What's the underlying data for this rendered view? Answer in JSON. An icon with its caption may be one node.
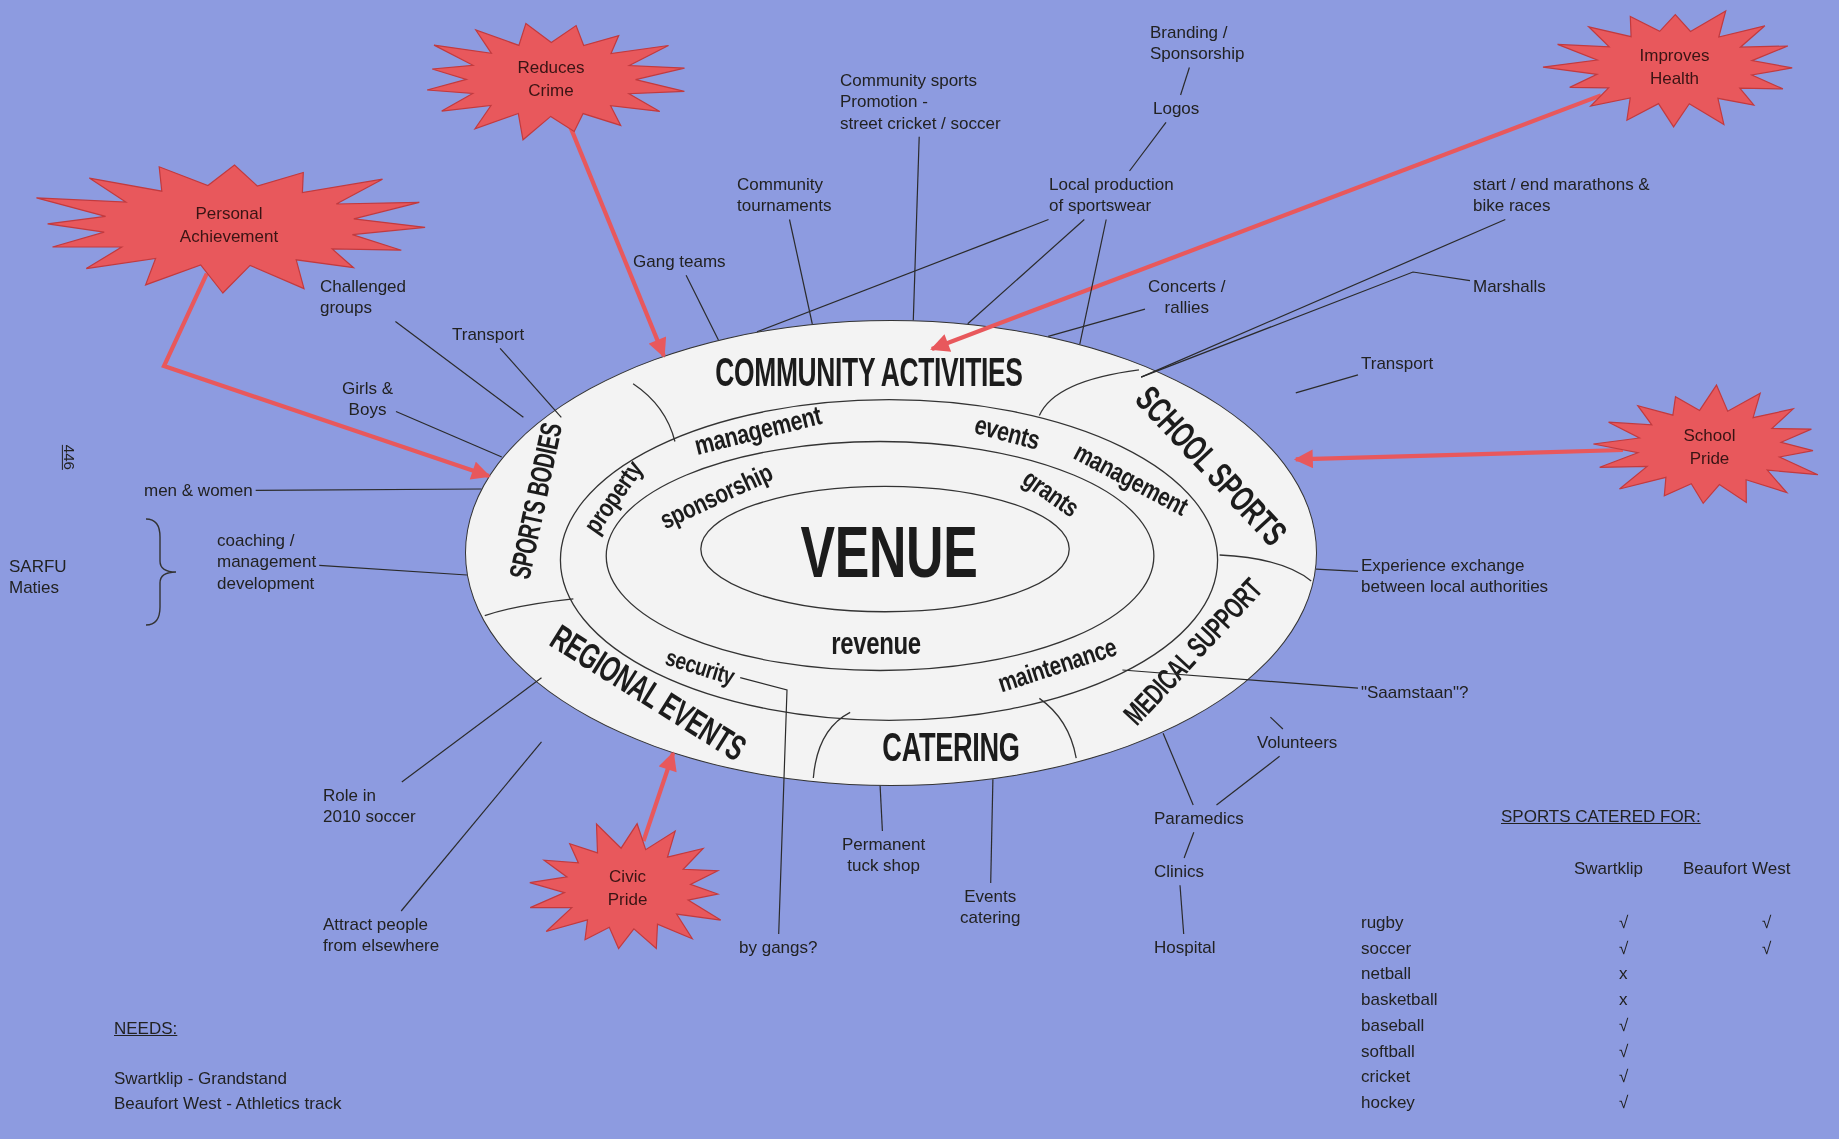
{
  "diagram": {
    "nodes": [
      {
        "text": [
          "Branding / Sponsorship"
        ]
      },
      {
        "text": [
          "Reduces Crime"
        ]
      },
      {
        "text": [
          "Improves Health"
        ]
      },
      {
        "text": [
          "Community sports Promotion - street cricket / soccer"
        ]
      },
      {
        "text": [
          "Logos"
        ]
      },
      {
        "text": [
          "Community tournaments"
        ]
      },
      {
        "text": [
          "Local production of sportswear"
        ]
      },
      {
        "text": [
          "start / end marathons & bike races"
        ]
      },
      {
        "text": [
          "Personal Achievement"
        ]
      },
      {
        "text": [
          "Gang teams"
        ]
      },
      {
        "text": [
          "Challenged groups"
        ]
      },
      {
        "text": [
          "Concerts / rallies"
        ]
      },
      {
        "text": [
          "Marshalls"
        ]
      },
      {
        "text": [
          "Transport"
        ]
      },
      {
        "text": [
          "Transport"
        ]
      },
      {
        "text": [
          "Girls & Boys"
        ]
      },
      {
        "text": [
          "School Pride"
        ]
      },
      {
        "text": [
          "men & women"
        ]
      },
      {
        "text": [
          "coaching / management development"
        ]
      },
      {
        "text": [
          "Experience exchange between local authorities"
        ]
      },
      {
        "text": [
          "\"Saamstaan\"?"
        ]
      },
      {
        "text": [
          "Volunteers"
        ]
      },
      {
        "text": [
          "Role in 2010 soccer"
        ]
      },
      {
        "text": [
          "Paramedics"
        ]
      },
      {
        "text": [
          "Permanent tuck shop"
        ]
      },
      {
        "text": [
          "Clinics"
        ]
      },
      {
        "text": [
          "Civic Pride"
        ]
      },
      {
        "text": [
          "Events catering"
        ]
      },
      {
        "text": [
          "Attract people from elsewhere"
        ]
      },
      {
        "text": [
          "by gangs?"
        ]
      },
      {
        "text": [
          "Hospital"
        ]
      },
      {
        "text": [],
        "shape": "ellipse"
      },
      {
        "text": [
          "COMMUNITY ACTIVITIES"
        ],
        "in": 31
      },
      {
        "text": [
          "SCHOOL SPORTS"
        ],
        "in": 31
      },
      {
        "text": [
          "SPORTS BODIES"
        ],
        "in": 31
      },
      {
        "text": [
          "management"
        ],
        "in": 31
      },
      {
        "text": [
          "events"
        ],
        "in": 31
      },
      {
        "text": [
          "management"
        ],
        "in": 31
      },
      {
        "text": [
          "property"
        ],
        "in": 31
      },
      {
        "text": [
          "sponsorship"
        ],
        "in": 31
      },
      {
        "text": [
          "grants"
        ],
        "in": 31
      },
      {
        "text": [
          "VENUE"
        ],
        "in": 31
      },
      {
        "text": [
          "revenue"
        ],
        "in": 31
      },
      {
        "text": [
          "MEDICAL SUPPORT"
        ],
        "in": 31
      },
      {
        "text": [
          "security"
        ],
        "in": 31
      },
      {
        "text": [
          "maintenance"
        ],
        "in": 31
      },
      {
        "text": [
          "REGIONAL EVENTS"
        ],
        "in": 31
      },
      {
        "text": [
          "CATERING"
        ],
        "in": 31
      }
    ],
    "edges": [
      {
        "from": 1,
        "to": 31,
        "arrow": "to",
        "style": "thick",
        "color": "#e8585c"
      },
      {
        "from": 2,
        "to": 32,
        "arrow": "to",
        "style": "thick",
        "color": "#e8585c"
      },
      {
        "from": 8,
        "to": 31,
        "arrow": "to",
        "style": "thick",
        "color": "#e8585c"
      },
      {
        "from": 16,
        "to": 33,
        "arrow": "to",
        "style": "thick",
        "color": "#e8585c"
      },
      {
        "from": 26,
        "to": 31,
        "arrow": "to",
        "style": "thick",
        "color": "#e8585c"
      },
      {
        "from": 0,
        "to": 4,
        "arrow": "none"
      },
      {
        "from": 4,
        "to": 6,
        "arrow": "none"
      },
      {
        "from": 3,
        "to": 31,
        "arrow": "none"
      },
      {
        "from": 5,
        "to": 31,
        "arrow": "none"
      },
      {
        "from": 6,
        "to": 31,
        "arrow": "none"
      },
      {
        "from": 6,
        "to": 31,
        "arrow": "none"
      },
      {
        "from": 6,
        "to": 31,
        "arrow": "none"
      },
      {
        "from": 7,
        "to": 33,
        "arrow": "none"
      },
      {
        "from": 12,
        "to": 33,
        "arrow": "none"
      },
      {
        "from": 9,
        "to": 31,
        "arrow": "none"
      },
      {
        "from": 10,
        "to": 34,
        "arrow": "none"
      },
      {
        "from": 11,
        "to": 31,
        "arrow": "none"
      },
      {
        "from": 13,
        "to": 34,
        "arrow": "none"
      },
      {
        "from": 14,
        "to": 33,
        "arrow": "none"
      },
      {
        "from": 15,
        "to": 34,
        "arrow": "none"
      },
      {
        "from": 17,
        "to": 31,
        "arrow": "none"
      },
      {
        "from": 18,
        "to": 31,
        "arrow": "none"
      },
      {
        "from": 19,
        "to": 31,
        "arrow": "none"
      },
      {
        "from": 20,
        "to": 45,
        "arrow": "none"
      },
      {
        "from": 21,
        "to": 43,
        "arrow": "none"
      },
      {
        "from": 21,
        "to": 23,
        "arrow": "none"
      },
      {
        "from": 23,
        "to": 43,
        "arrow": "none"
      },
      {
        "from": 23,
        "to": 25,
        "arrow": "none"
      },
      {
        "from": 25,
        "to": 30,
        "arrow": "none"
      },
      {
        "from": 24,
        "to": 31,
        "arrow": "none"
      },
      {
        "from": 27,
        "to": 31,
        "arrow": "none"
      },
      {
        "from": 29,
        "to": 44,
        "arrow": "none"
      },
      {
        "from": 22,
        "to": 46,
        "arrow": "none"
      },
      {
        "from": 28,
        "to": 46,
        "arrow": "none"
      }
    ],
    "labels": [
      "446",
      "SARFU Maties",
      "SPORTS CATERED FOR:",
      "Swartklip",
      "Beaufort West",
      "rugby",
      "√",
      "√",
      "soccer",
      "√",
      "√",
      "netball",
      "x",
      "basketball",
      "x",
      "baseball",
      "√",
      "softball",
      "√",
      "cricket",
      "√",
      "hockey",
      "√",
      "NEEDS:",
      "Swartklip - Grandstand",
      "Beaufort West - Athletics track"
    ]
  }
}
